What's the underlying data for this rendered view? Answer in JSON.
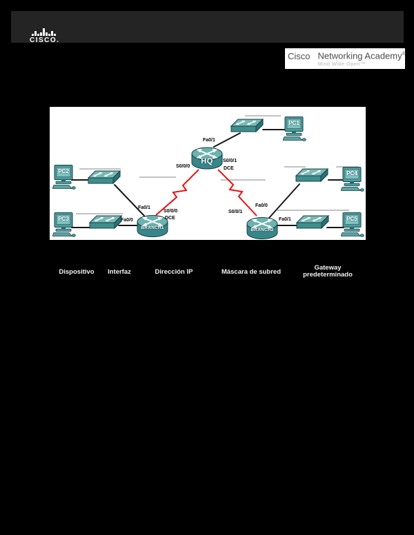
{
  "header_bar": {
    "logo_text": "CISCO."
  },
  "academy_logo": {
    "brand": "Cisco",
    "name": "Networking Academy",
    "registered_mark": "®",
    "tagline": "Mind Wide Open™"
  },
  "diagram": {
    "devices": {
      "hq": "HQ",
      "branch1": "BRANCH1",
      "branch2": "BRANCH2",
      "pc1": "PC1",
      "pc2": "PC2",
      "pc3": "PC3",
      "pc4": "PC4",
      "pc5": "PC5"
    },
    "interface_labels": {
      "hq_fa01": "Fa0/1",
      "hq_s000": "S0/0/0",
      "hq_s001": "S0/0/1",
      "hq_s001_dce": "DCE",
      "branch1_fa01": "Fa0/1",
      "branch1_fa00": "Fa0/0",
      "branch1_s000": "S0/0/0",
      "branch1_s000_dce": "DCE",
      "branch2_s001": "S0/0/1",
      "branch2_fa00": "Fa0/0",
      "branch2_fa01": "Fa0/1"
    },
    "connections": [
      {
        "devices": [
          "HQ",
          "PC1 switch"
        ],
        "interface": "Fa0/1",
        "type": "ethernet"
      },
      {
        "devices": [
          "HQ",
          "BRANCH1"
        ],
        "interfaces": [
          "S0/0/0",
          "S0/0/0 DCE"
        ],
        "type": "serial"
      },
      {
        "devices": [
          "HQ",
          "BRANCH2"
        ],
        "interfaces": [
          "S0/0/1 DCE",
          "S0/0/1"
        ],
        "type": "serial"
      },
      {
        "devices": [
          "BRANCH1",
          "PC2 switch"
        ],
        "interface": "Fa0/1",
        "type": "ethernet"
      },
      {
        "devices": [
          "BRANCH1",
          "PC3 switch"
        ],
        "interface": "Fa0/0",
        "type": "ethernet"
      },
      {
        "devices": [
          "BRANCH2",
          "PC4 switch"
        ],
        "interface": "Fa0/0",
        "type": "ethernet"
      },
      {
        "devices": [
          "BRANCH2",
          "PC5 switch"
        ],
        "interface": "Fa0/1",
        "type": "ethernet"
      }
    ],
    "colors": {
      "device_teal": "#4f9c9c",
      "device_teal_light": "#79b9b5",
      "device_teal_dark": "#2b7272",
      "serial_link": "#e81010",
      "ethernet_link": "#161616"
    }
  },
  "table": {
    "headers": [
      "Dispositivo",
      "Interfaz",
      "Dirección IP",
      "Máscara de subred",
      "Gateway predeterminado"
    ]
  }
}
